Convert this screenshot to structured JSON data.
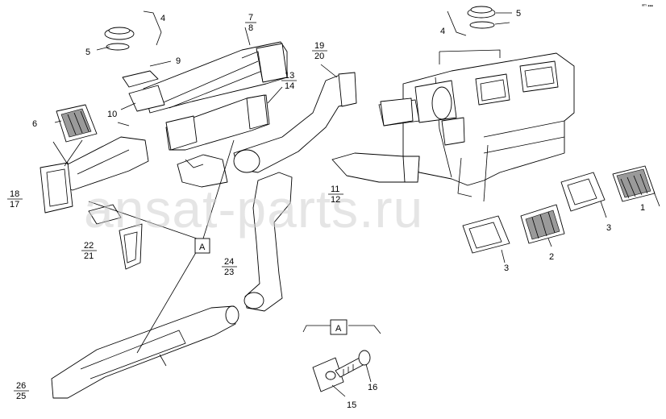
{
  "watermark": "ansat-parts.ru",
  "corner_mark": "ᵃᵐ ▪▪▪",
  "view_marker": "A",
  "callouts": {
    "c1": "1",
    "c2": "2",
    "c3a": "3",
    "c3b": "3",
    "c4a": "4",
    "c4b": "4",
    "c5a": "5",
    "c5b": "5",
    "c6": "6",
    "c9": "9",
    "c10": "10",
    "c7": "7",
    "c8": "8",
    "c13": "13",
    "c14": "14",
    "c19": "19",
    "c20": "20",
    "c11": "11",
    "c12": "12",
    "c18": "18",
    "c17": "17",
    "c22": "22",
    "c21": "21",
    "c24": "24",
    "c23": "23",
    "c26": "26",
    "c25": "25",
    "c15": "15",
    "c16": "16"
  }
}
